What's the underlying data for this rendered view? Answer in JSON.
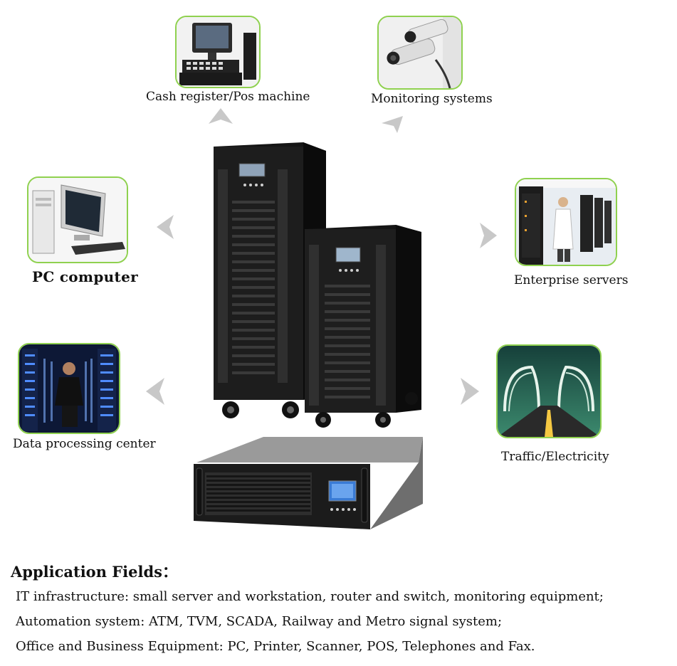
{
  "applications": [
    {
      "id": "pos",
      "label": "Cash register/Pos machine",
      "icon": "pos-terminal-icon"
    },
    {
      "id": "monitoring",
      "label": "Monitoring systems",
      "icon": "cctv-camera-icon"
    },
    {
      "id": "pc",
      "label": "PC computer",
      "icon": "desktop-computer-icon"
    },
    {
      "id": "servers",
      "label": "Enterprise servers",
      "icon": "server-room-icon"
    },
    {
      "id": "datacenter",
      "label": "Data processing center",
      "icon": "data-center-icon"
    },
    {
      "id": "traffic",
      "label": "Traffic/Electricity",
      "icon": "highway-bridge-icon"
    }
  ],
  "colors": {
    "tile_border": "#8fd14f",
    "arrow": "#c8c8c8",
    "ups_body": "#1a1a1a",
    "lcd": "#3a7bd5"
  },
  "fields": {
    "title": "Application Fields：",
    "lines": [
      "IT infrastructure: small server and workstation, router and switch, monitoring equipment;",
      "Automation system: ATM, TVM, SCADA, Railway and Metro signal system;",
      "Office and Business Equipment: PC, Printer, Scanner, POS, Telephones and Fax."
    ]
  }
}
